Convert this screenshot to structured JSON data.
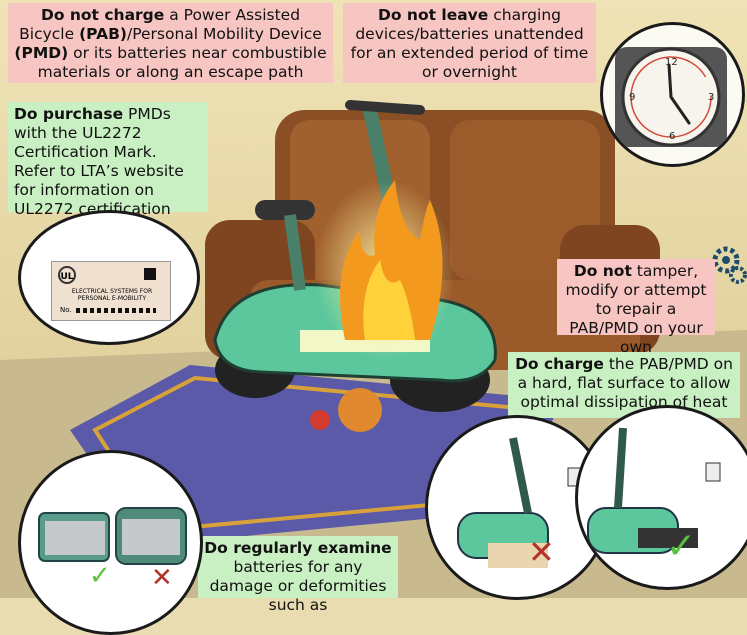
{
  "tips": {
    "no_charge": {
      "p1": "Do not charge",
      "p2": " a Power Assisted Bicycle ",
      "p3": "(PAB)",
      "p4": "/Personal Mobility Device ",
      "p5": "(PMD)",
      "p6": " or its batteries near combustible materials or along an escape path"
    },
    "no_leave": {
      "p1": "Do not leave",
      "p2": " charging devices/batteries unattended for an extended period of time or overnight"
    },
    "purchase": {
      "p1": "Do purchase",
      "p2": " PMDs with the UL2272 Certification Mark. Refer to LTA’s website for information on UL2272 certification"
    },
    "no_tamper": {
      "p1": "Do not",
      "p2": " tamper, modify or attempt to repair a PAB/PMD on your own"
    },
    "charge_flat": {
      "p1": "Do charge",
      "p2": " the PAB/PMD on a hard, flat surface to allow optimal dissipation of heat"
    },
    "examine": {
      "p1": "Do regularly examine",
      "p2": " batteries for any damage or deformities such as"
    }
  },
  "ul_label": {
    "mark": "UL",
    "line1": "ELECTRICAL SYSTEMS FOR",
    "line2": "PERSONAL E-MOBILITY",
    "no": "No."
  },
  "clock_numbers": [
    "12",
    "3",
    "6",
    "9"
  ],
  "icons": [
    "gear-icon",
    "check-icon",
    "cross-icon",
    "fire-icon",
    "clock-icon"
  ],
  "colors": {
    "warning_box": "#f7c6c2",
    "advice_box": "#c9f0c2",
    "check": "#59c23a",
    "cross": "#b3332a",
    "flame": "#f39a1e",
    "scooter": "#5cc79c"
  }
}
